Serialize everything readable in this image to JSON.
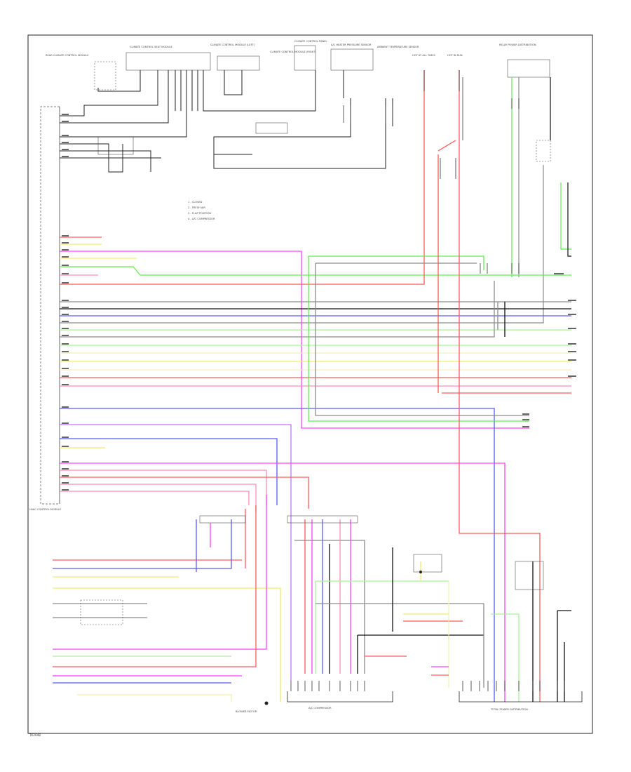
{
  "diagram": {
    "footer_code": "TK2048",
    "colors": {
      "red": "#ff5a5a",
      "pink": "#ff8fb0",
      "yellow": "#f2ea6e",
      "lightyellow": "#f5f0b0",
      "green": "#5cf04c",
      "lightgreen": "#a8f29a",
      "blue": "#5a5aff",
      "violet": "#c070ff",
      "magenta": "#ff40ff",
      "gray": "#8c8c8c",
      "black": "#111111"
    },
    "top_components": [
      "REAR CLIMATE CONTROL MODULE",
      "CLIMATE CONTROL SEAT MODULE",
      "CLIMATE CONTROL MODULE (LEFT)",
      "CLIMATE CONTROL MODULE (RIGHT)",
      "CLIMATE CONTROL PANEL",
      "A/C HEATER PRESSURE SENSOR",
      "AMBIENT TEMPERATURE SENSOR",
      "HOT AT ALL TIMES",
      "HOT IN RUN",
      "RELAY POWER DISTRIBUTION"
    ],
    "bottom_components": [
      "HVAC CONTROL MODULE",
      "A/C COMPRESSOR",
      "BLOWER MOTOR",
      "TOTAL POWER DISTRIBUTION"
    ],
    "notes": [
      "1 - CLOSED",
      "2 - FRESH AIR",
      "3 - FLAP POSITION",
      "4 - A/C COMPRESSOR"
    ]
  }
}
